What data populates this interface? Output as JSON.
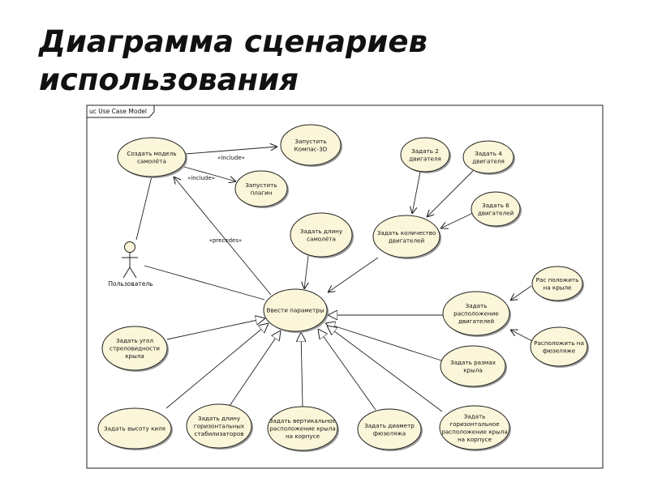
{
  "title": {
    "line1": "Диаграмма сценариев",
    "line2": "использования"
  },
  "frame_label": "uc Use Case Model",
  "actor": {
    "name": "Пользователь"
  },
  "use_cases": {
    "create_model": [
      "Создать модель",
      "самолёта"
    ],
    "run_kompas": [
      "Запустить",
      "Компас-3D"
    ],
    "run_plugin": [
      "Запустить",
      "плагин"
    ],
    "set_2_engines": [
      "Задать 2",
      "двигателя"
    ],
    "set_4_engines": [
      "Задать 4",
      "двигателя"
    ],
    "set_6_engines": [
      "Задать 6",
      "двигателей"
    ],
    "set_engine_count": [
      "Задать количество",
      "двигателей"
    ],
    "set_length": [
      "Задать длину",
      "самолёта"
    ],
    "enter_params": [
      "Ввести параметры"
    ],
    "place_on_wing": [
      "Рас положить",
      "на крыле"
    ],
    "set_engine_placement": [
      "Задать",
      "расположение",
      "двигателей"
    ],
    "place_on_fuselage": [
      "Расположить на",
      "фюзеляже"
    ],
    "set_sweep_angle": [
      "Задать угол",
      "стреловидности",
      "крыла"
    ],
    "set_wingspan": [
      "Задать размах",
      "крыла"
    ],
    "set_keel_height": [
      "Задать высоту киля"
    ],
    "set_stab_length": [
      "Задать длину",
      "горизонтальных",
      "стабилизаторов"
    ],
    "set_vertical_wing_pos": [
      "Задать вертикальное",
      "расположение крыла",
      "на корпусе"
    ],
    "set_fuselage_diameter": [
      "Задать диаметр",
      "фюзеляжа"
    ],
    "set_horizontal_wing_pos": [
      "Задать",
      "горизонтальное",
      "расположение крыла",
      "на корпусе"
    ]
  },
  "stereotypes": {
    "include_1": "«include»",
    "include_2": "«include»",
    "precedes": "«precedes»"
  },
  "colors": {
    "usecase_fill": "#fbf6d9",
    "line": "#222222"
  }
}
